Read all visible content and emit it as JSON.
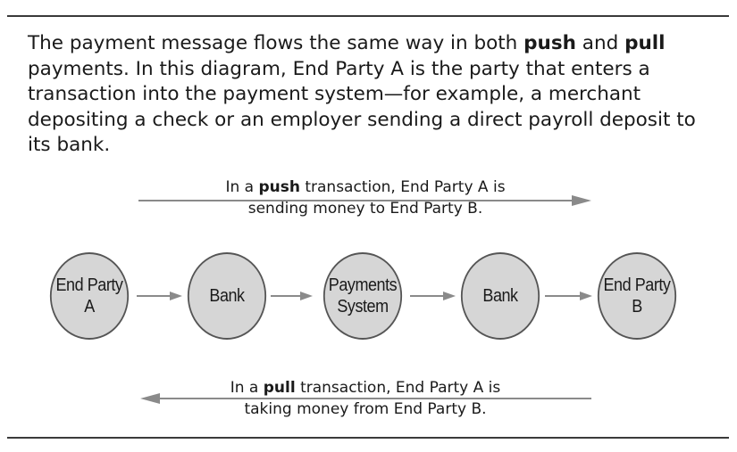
{
  "intro": {
    "part1": "The payment message flows the same way in both ",
    "push": "push",
    "part2": " and ",
    "pull": "pull",
    "part3": " payments. In this diagram, End Party A is the party that enters a transaction into the payment system—for example, a merchant depositing a check or an employer sending a direct payroll deposit to its bank."
  },
  "push_caption": {
    "pre": "In a ",
    "keyword": "push",
    "line1_rest": " transaction, End Party A is",
    "line2": "sending money to End Party B."
  },
  "pull_caption": {
    "pre": "In a ",
    "keyword": "pull",
    "line1_rest": " transaction, End Party A is",
    "line2": "taking money from End Party B."
  },
  "nodes": [
    {
      "label": "End Party\nA"
    },
    {
      "label": "Bank"
    },
    {
      "label": "Payments\nSystem"
    },
    {
      "label": "Bank"
    },
    {
      "label": "End Party\nB"
    }
  ],
  "colors": {
    "node_fill": "#d6d6d6",
    "node_stroke": "#555555",
    "arrow": "#8a8a8a",
    "rule": "#3a3a3a"
  }
}
